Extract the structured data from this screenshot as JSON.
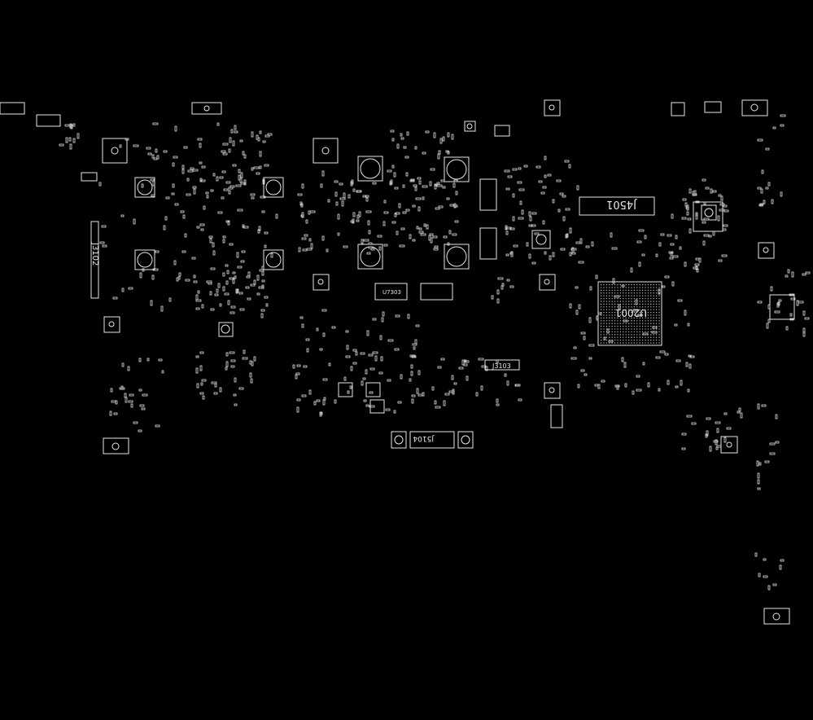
{
  "colors": {
    "background": "#000000",
    "silkscreen": "#e6e6e6"
  },
  "labels": {
    "j3102": "J3102",
    "j4501": "J4501",
    "u2001": "U2001",
    "u7303": "U7303",
    "j5104": "J5104",
    "j3103": "J3103"
  }
}
